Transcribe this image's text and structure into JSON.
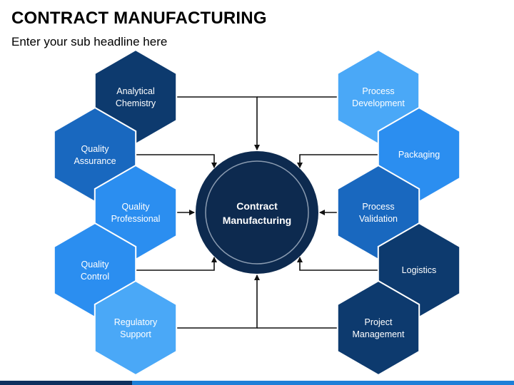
{
  "header": {
    "title": "CONTRACT MANUFACTURING",
    "subtitle": "Enter your sub headline here"
  },
  "center": {
    "line1": "Contract",
    "line2": "Manufacturing",
    "color": "#0d2a4f"
  },
  "colors": {
    "navy": "#0d3a6e",
    "mid": "#1968bf",
    "blue": "#2b8ef0",
    "light": "#4aa8f7",
    "arrow": "#111111"
  },
  "left_nodes": [
    {
      "line1": "Analytical",
      "line2": "Chemistry",
      "color": "#0d3a6e"
    },
    {
      "line1": "Quality",
      "line2": "Assurance",
      "color": "#1968bf"
    },
    {
      "line1": "Quality",
      "line2": "Professional",
      "color": "#2b8ef0"
    },
    {
      "line1": "Quality",
      "line2": "Control",
      "color": "#2b8ef0"
    },
    {
      "line1": "Regulatory",
      "line2": "Support",
      "color": "#4aa8f7"
    }
  ],
  "right_nodes": [
    {
      "line1": "Process",
      "line2": "Development",
      "color": "#4aa8f7"
    },
    {
      "line1": "Packaging",
      "line2": "",
      "color": "#2b8ef0"
    },
    {
      "line1": "Process",
      "line2": "Validation",
      "color": "#1968bf"
    },
    {
      "line1": "Logistics",
      "line2": "",
      "color": "#0d3a6e"
    },
    {
      "line1": "Project",
      "line2": "Management",
      "color": "#0d3a6e"
    }
  ]
}
